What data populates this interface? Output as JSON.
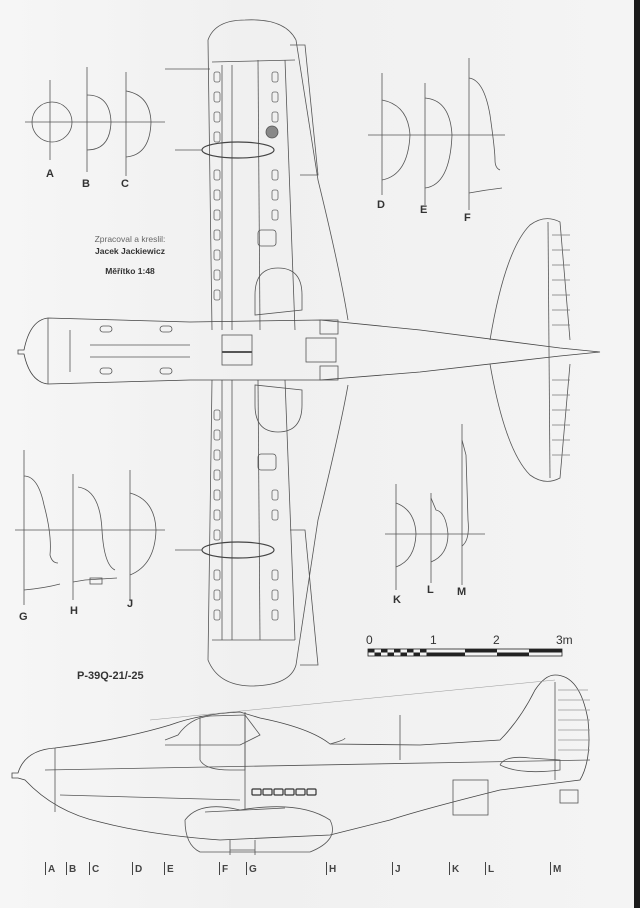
{
  "drawing": {
    "model_designation": "P-39Q-21/-25",
    "credit_line_1": "Zpracoval a kreslil:",
    "credit_line_2": "Jacek Jackiewicz",
    "scale_label": "Měřítko 1:48",
    "views": [
      "top-view",
      "side-view",
      "cross-sections"
    ]
  },
  "cross_sections": {
    "upper_left": [
      "A",
      "B",
      "C"
    ],
    "upper_right": [
      "D",
      "E",
      "F"
    ],
    "lower_left": [
      "G",
      "H",
      "J"
    ],
    "lower_right": [
      "K",
      "L",
      "M"
    ]
  },
  "scale_bar": {
    "ticks": [
      "0",
      "1",
      "2",
      "3m"
    ],
    "unit": "m"
  },
  "stations": [
    "A",
    "B",
    "C",
    "D",
    "E",
    "F",
    "G",
    "H",
    "J",
    "K",
    "L",
    "M"
  ],
  "colors": {
    "line": "#555555",
    "paper": "#f2f2f2",
    "ink": "#333333"
  }
}
